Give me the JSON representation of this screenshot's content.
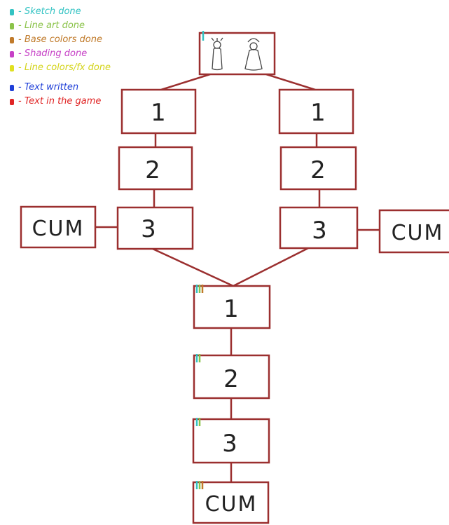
{
  "legend": [
    {
      "label": "- Sketch done",
      "color": "#33c3c3"
    },
    {
      "label": "- Line art done",
      "color": "#8bc34a"
    },
    {
      "label": "- Base colors done",
      "color": "#c07a2a"
    },
    {
      "label": "- Shading done",
      "color": "#c640c6"
    },
    {
      "label": "- Line colors/fx done",
      "color": "#e0e020"
    },
    {
      "label": "- Text written",
      "color": "#1f3fd8"
    },
    {
      "label": "- Text in the game",
      "color": "#e02525"
    }
  ],
  "flowchart": {
    "left_branch": [
      "1",
      "2",
      "3"
    ],
    "left_end": "CUM",
    "right_branch": [
      "1",
      "2",
      "3"
    ],
    "right_end": "CUM",
    "merged_branch": [
      "1",
      "2",
      "3"
    ],
    "merged_end": "CUM"
  },
  "colors": {
    "box_stroke": "#9b2f2f",
    "progress_teal": "#33c3c3",
    "progress_green": "#8bc34a",
    "progress_orange": "#c07a2a"
  }
}
